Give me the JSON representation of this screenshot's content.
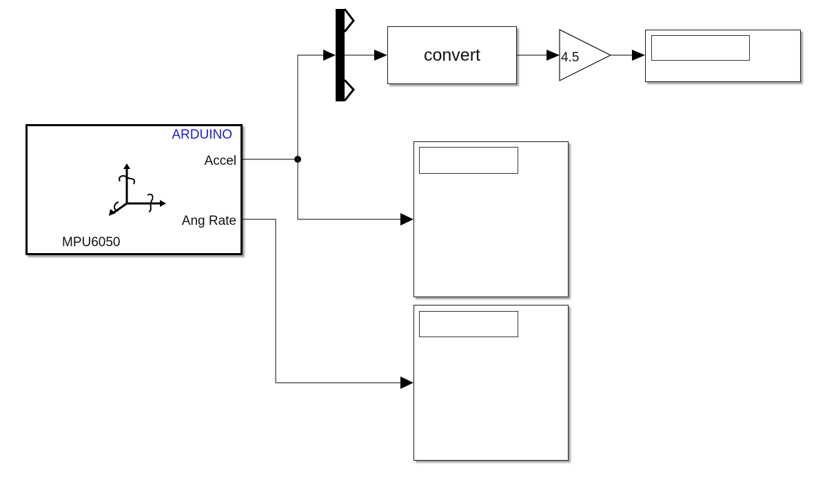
{
  "diagram": {
    "type": "simulink-model",
    "blocks": {
      "mpu6050": {
        "vendor_label": "ARDUINO",
        "name": "MPU6050",
        "icon": "imu-axes-icon",
        "ports": {
          "accel": "Accel",
          "ang_rate": "Ang Rate"
        }
      },
      "mux": {
        "type": "Mux",
        "inputs": 2
      },
      "convert": {
        "label": "convert"
      },
      "gain": {
        "value": "4.5"
      },
      "display_top": {
        "type": "Display",
        "value": ""
      },
      "scope_accel": {
        "type": "Scope",
        "value": ""
      },
      "scope_angrate": {
        "type": "Scope",
        "value": ""
      }
    },
    "connections": [
      {
        "from": "mpu6050.Accel",
        "to": "mux.in1"
      },
      {
        "from": "mpu6050.Accel",
        "to": "scope_accel.in1"
      },
      {
        "from": "mpu6050.Ang Rate",
        "to": "scope_angrate.in1"
      },
      {
        "from": "mux.out",
        "to": "convert.in"
      },
      {
        "from": "convert.out",
        "to": "gain.in"
      },
      {
        "from": "gain.out",
        "to": "display_top.in"
      }
    ]
  }
}
